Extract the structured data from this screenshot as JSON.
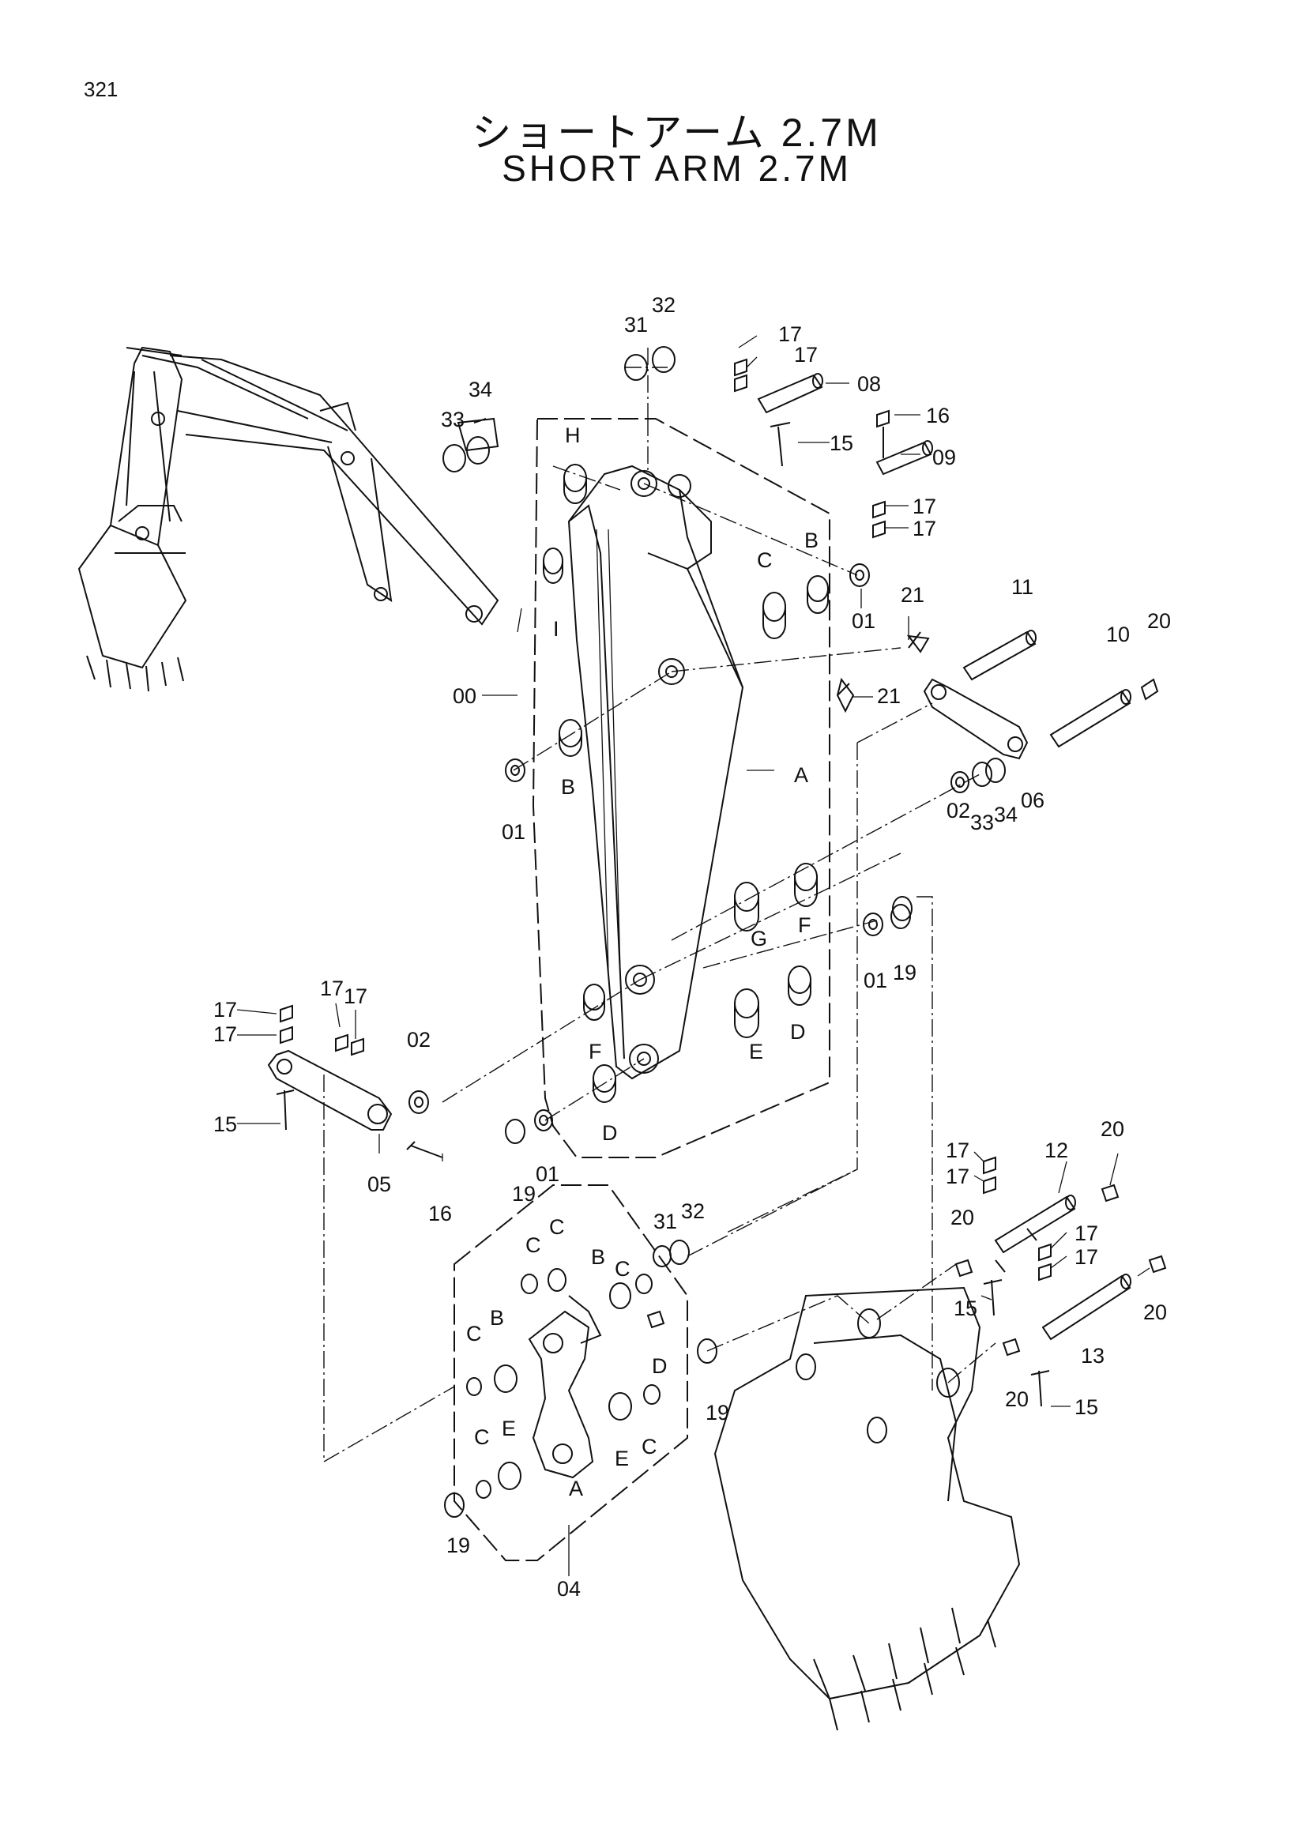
{
  "page": {
    "number": "321"
  },
  "title": {
    "ja": "ショートアーム 2.7M",
    "en": "SHORT ARM 2.7M"
  },
  "callouts": {
    "c31_top": "31",
    "c32_top": "32",
    "c33_top": "33",
    "c34_top": "34",
    "c17_a": "17",
    "c17_b": "17",
    "c08": "08",
    "c16_top": "16",
    "c15_top": "15",
    "c09": "09",
    "c17_c": "17",
    "c17_d": "17",
    "cH": "H",
    "cI": "I",
    "cC_top": "C",
    "cB_top": "B",
    "c01_top": "01",
    "c21_top": "21",
    "c11": "11",
    "c10": "10",
    "c20_top": "20",
    "c00": "00",
    "c21_mid": "21",
    "cB_mid": "B",
    "c01_left": "01",
    "cA_arm": "A",
    "c06": "06",
    "c02_right": "02",
    "c33_mid": "33",
    "c34_mid": "34",
    "cF_right": "F",
    "cG": "G",
    "c01_right": "01",
    "c19_right": "19",
    "cD_right": "D",
    "cE_mid": "E",
    "cF_left": "F",
    "cD_mid": "D",
    "c17_e": "17",
    "c17_f": "17",
    "c17_g": "17",
    "c17_h": "17",
    "c02_left": "02",
    "c15_left": "15",
    "c05": "05",
    "c16_bottom": "16",
    "c19_mid": "19",
    "c01_mid": "01",
    "c31_bottom": "31",
    "c32_bottom": "32",
    "cC_l1": "C",
    "cC_l2": "C",
    "cB_l": "B",
    "cC_l3": "C",
    "cC_l4": "C",
    "cB_l2": "B",
    "cD_l": "D",
    "c19_l": "19",
    "cC_l5": "C",
    "cE_l": "E",
    "cE_l2": "E",
    "cC_l6": "C",
    "cA_link": "A",
    "c19_bottom": "19",
    "c04": "04",
    "c17_i": "17",
    "c17_j": "17",
    "c12": "12",
    "c20_a": "20",
    "c20_b": "20",
    "c15_r1": "15",
    "c17_k": "17",
    "c17_l": "17",
    "c20_c": "20",
    "c13": "13",
    "c20_d": "20",
    "c15_r2": "15"
  }
}
